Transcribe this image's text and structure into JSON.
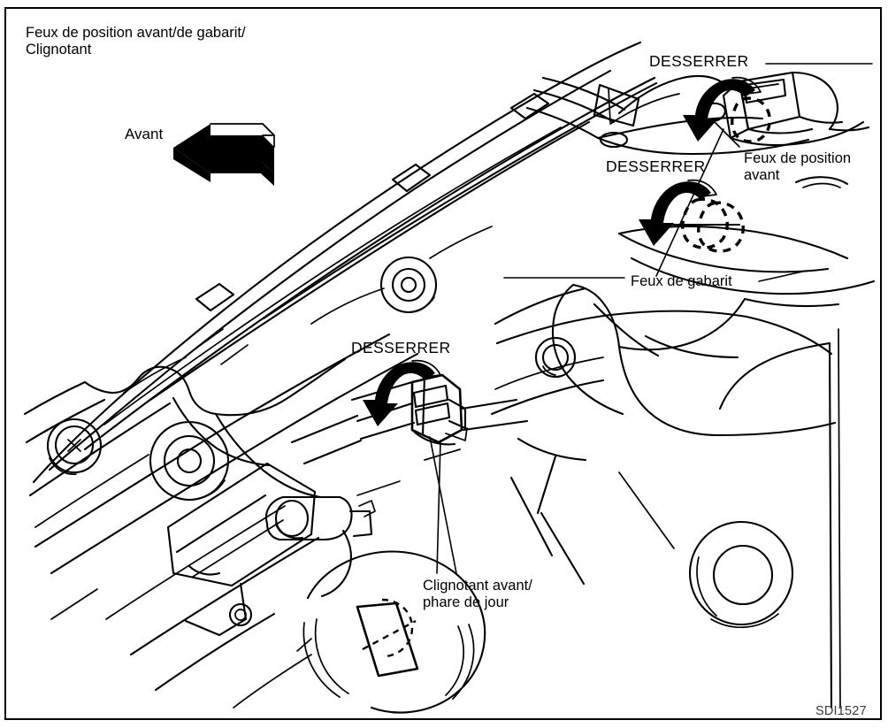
{
  "figure": {
    "title": "Feux de position avant/de gabarit/\nClignotant",
    "code": "SDI1527",
    "border_color": "#000000",
    "line_color": "#000000",
    "background_color": "#ffffff"
  },
  "callouts": {
    "direction_label": "Avant",
    "loosen_1": "DESSERRER",
    "loosen_2": "DESSERRER",
    "loosen_3": "DESSERRER",
    "front_position_lamp": "Feux de position\navant",
    "clearance_lamp": "Feux de gabarit",
    "turn_signal": "Clignotant avant/\nphare de jour"
  }
}
